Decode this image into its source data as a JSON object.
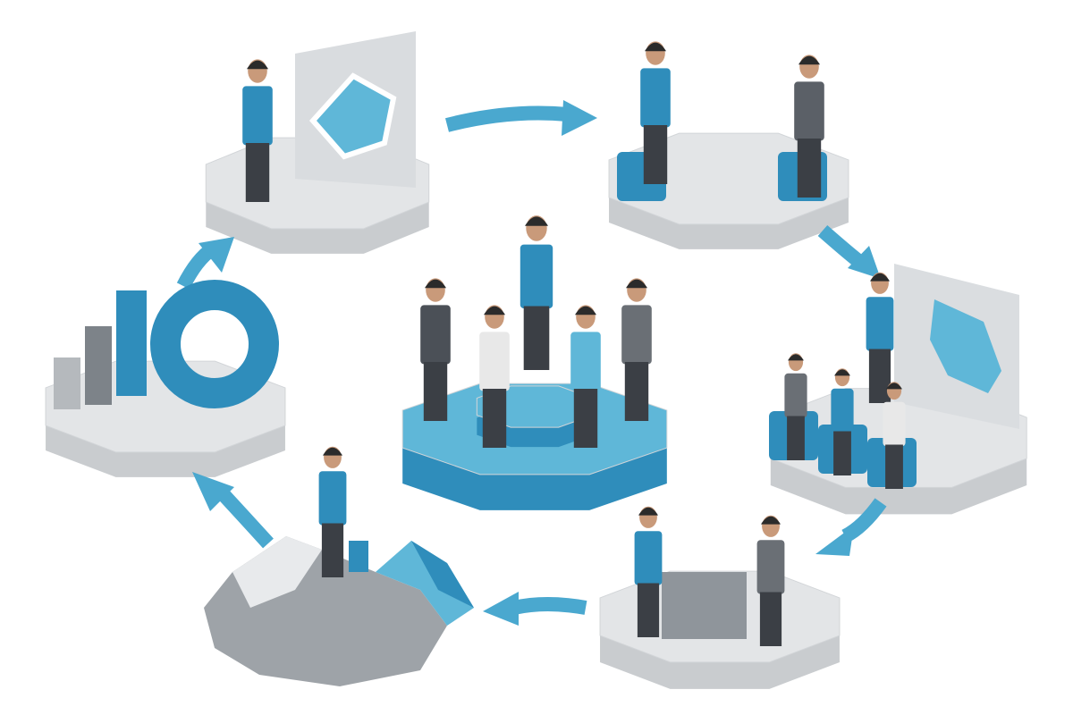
{
  "diagram": {
    "type": "cycle",
    "direction": "clockwise",
    "colors": {
      "accent_blue": "#2f8dbb",
      "light_blue": "#5fb7d8",
      "platform_gray": "#e3e5e7",
      "platform_side": "#c9cccf",
      "suit_dark": "#4b5057",
      "skin": "#c99a7a",
      "hair": "#2b2b2b",
      "arrow": "#4aa8cf"
    },
    "stages": [
      {
        "id": "center",
        "icon": "team-meeting-icon"
      },
      {
        "id": "top-left",
        "icon": "tablet-radar-chart-icon"
      },
      {
        "id": "top-right",
        "icon": "interview-icon"
      },
      {
        "id": "right",
        "icon": "presentation-icon"
      },
      {
        "id": "bottom-right",
        "icon": "negotiation-icon"
      },
      {
        "id": "bottom-left",
        "icon": "mountain-summit-icon"
      },
      {
        "id": "left",
        "icon": "bar-donut-chart-icon"
      }
    ],
    "arrows": 6
  }
}
